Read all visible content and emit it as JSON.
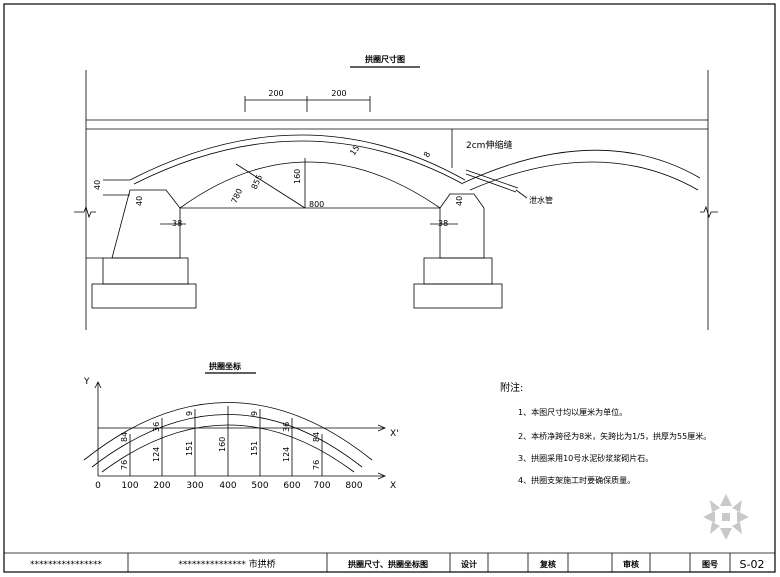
{
  "elevation": {
    "title": "拱圈尺寸图",
    "dims": {
      "top_a": "200",
      "top_b": "200",
      "expansion": "2cm伸缩缝",
      "d15": "15",
      "d8": "8",
      "d160": "160",
      "r855": "855",
      "r780": "780",
      "span": "800",
      "left_40a": "40",
      "left_40b": "40",
      "left_38": "38",
      "right_40": "40",
      "right_38": "38",
      "drain": "泄水管"
    }
  },
  "coords": {
    "title": "拱圈坐标",
    "y_axis": "Y",
    "x_axis_top": "X'",
    "x_axis_bottom": "X",
    "x_ticks": [
      "0",
      "100",
      "200",
      "300",
      "400",
      "500",
      "600",
      "700",
      "800"
    ],
    "vert_labels": [
      "76",
      "124",
      "151",
      "160",
      "151",
      "124",
      "76"
    ],
    "upper_labels": [
      "84",
      "36",
      "9",
      "9",
      "36",
      "84"
    ]
  },
  "notes": {
    "heading": "附注:",
    "items": [
      "1、本图尺寸均以厘米为单位。",
      "2、本桥净跨径为8米，矢跨比为1/5，拱厚为55厘米。",
      "3、拱圈采用10号水泥砂浆浆砌片石。",
      "4、拱圈支架施工时要确保质量。"
    ]
  },
  "title_block": {
    "project": "****************",
    "owner": "*************** 市拱桥",
    "drawing_name": "拱圈尺寸、拱圈坐标图",
    "design": "设计",
    "check": "复核",
    "review": "审核",
    "sheet_label": "图号",
    "sheet_no": "S-02"
  }
}
